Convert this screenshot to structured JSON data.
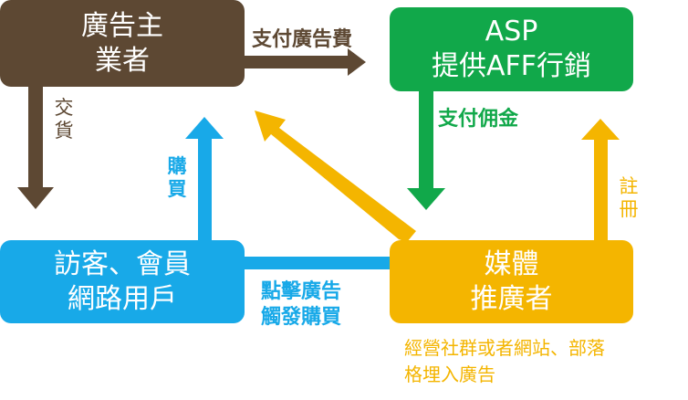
{
  "nodes": {
    "advertiser": {
      "line1": "廣告主",
      "line2": "業者"
    },
    "asp": {
      "line1": "ASP",
      "line2": "提供AFF行銷"
    },
    "visitors": {
      "line1": "訪客、會員",
      "line2": "網路用戶"
    },
    "media": {
      "line1": "媒體",
      "line2": "推廣者"
    }
  },
  "edges": {
    "pay_ad_fee": "支付廣告費",
    "deliver": "交貨",
    "purchase": "購買",
    "pay_commission": "支付佣金",
    "register": "註冊",
    "click_ad": {
      "line1": "點擊廣告",
      "line2": "觸發購買"
    }
  },
  "media_note": {
    "line1": "經營社群或者網站、部落",
    "line2": "格埋入廣告"
  },
  "colors": {
    "brown": "#5d4833",
    "green": "#11a84a",
    "blue": "#18a9e8",
    "yellow": "#f4b500"
  }
}
